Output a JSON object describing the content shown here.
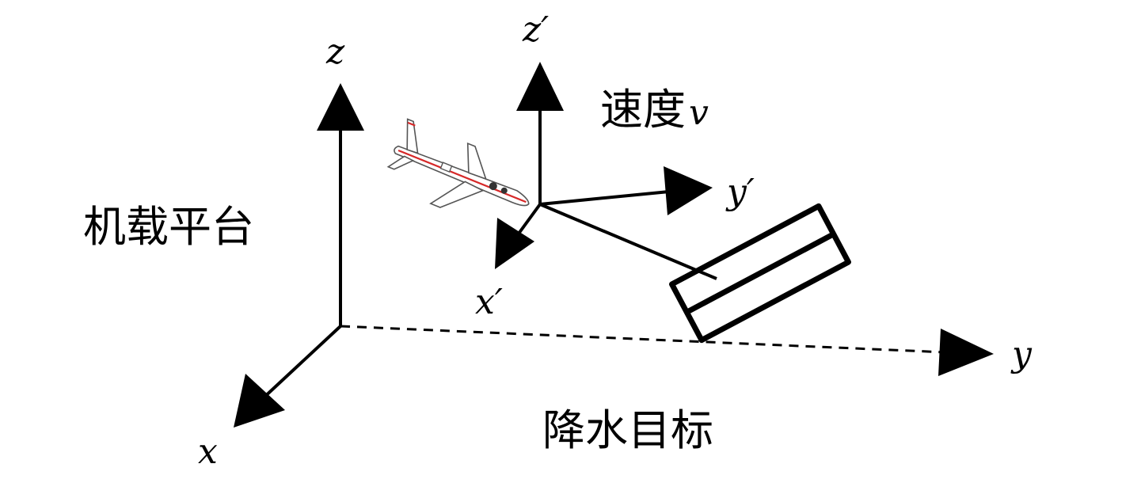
{
  "labels": {
    "z": "z",
    "x": "x",
    "y": "y",
    "z_prime": "z′",
    "x_prime": "x′",
    "y_prime": "y′",
    "platform": "机载平台",
    "velocity": "速度",
    "velocity_symbol": "v",
    "target": "降水目标"
  }
}
